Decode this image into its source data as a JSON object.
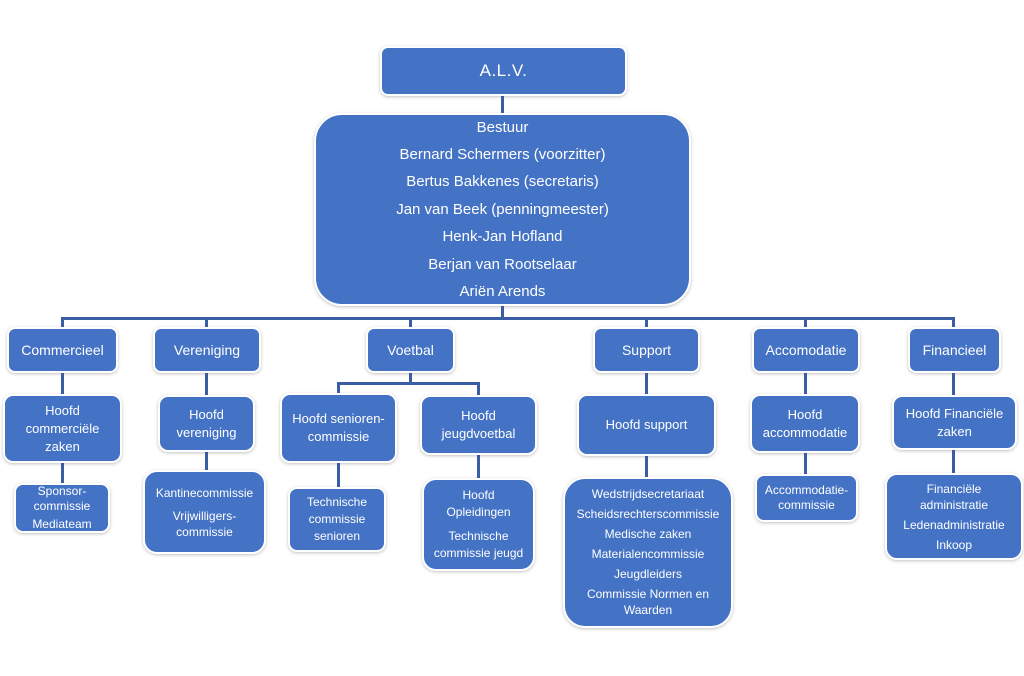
{
  "colors": {
    "box_fill": "#4472C4",
    "box_border": "#FFFFFF",
    "connector": "#3B5DA6",
    "text": "#FFFFFF",
    "background": "#FFFFFF"
  },
  "alv": {
    "label": "A.L.V."
  },
  "bestuur": {
    "title": "Bestuur",
    "members": [
      "Bernard Schermers (voorzitter)",
      "Bertus Bakkenes (secretaris)",
      "Jan van Beek (penningmeester)",
      "Henk-Jan Hofland",
      "Berjan van Rootselaar",
      "Ariën Arends"
    ]
  },
  "departments": {
    "commercieel": "Commercieel",
    "vereniging": "Vereniging",
    "voetbal": "Voetbal",
    "support": "Support",
    "accomodatie": "Accomodatie",
    "financieel": "Financieel"
  },
  "heads": {
    "commercieel": "Hoofd commerciële zaken",
    "vereniging": "Hoofd vereniging",
    "senioren": "Hoofd senioren-commissie",
    "jeugdvoetbal": "Hoofd jeugdvoetbal",
    "support": "Hoofd support",
    "accommodatie": "Hoofd accommodatie",
    "financieel": "Hoofd Financiële zaken"
  },
  "subs": {
    "commercieel": {
      "items": [
        "Sponsor-commissie",
        "Mediateam"
      ]
    },
    "vereniging": {
      "items": [
        "Kantinecommissie",
        "Vrijwilligers-commissie"
      ]
    },
    "senioren": {
      "items": [
        "Technische commissie senioren"
      ]
    },
    "jeugdvoetbal": {
      "items": [
        "Hoofd Opleidingen",
        "Technische commissie jeugd"
      ]
    },
    "support": {
      "items": [
        "Wedstrijdsecretariaat",
        "Scheidsrechterscommissie",
        "Medische zaken",
        "Materialencommissie",
        "Jeugdleiders",
        "Commissie Normen en Waarden"
      ]
    },
    "accommodatie": {
      "items": [
        "Accommodatie-commissie"
      ]
    },
    "financieel": {
      "items": [
        "Financiële administratie",
        "Ledenadministratie",
        "Inkoop"
      ]
    }
  }
}
